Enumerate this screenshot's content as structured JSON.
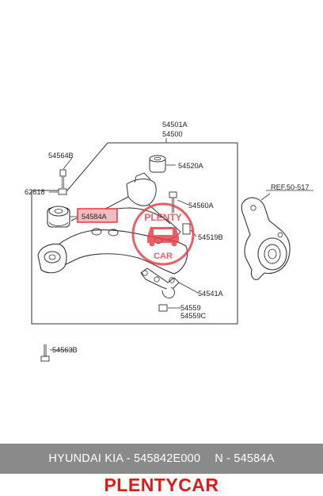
{
  "diagram": {
    "labels": {
      "l54501a": "54501A",
      "l54500": "54500",
      "l54564b": "54564B",
      "l62618": "62618",
      "l54584a": "54584A",
      "l54520a": "54520A",
      "l54560a": "54560A",
      "l54519b": "54519B",
      "l54541a": "54541A",
      "l54559": "54559",
      "l54559c": "54559C",
      "l54563b": "54563B",
      "ref": "REF.50-517"
    },
    "watermark": {
      "top": "PLENTY",
      "bottom": "CAR"
    },
    "highlight_color": "#e8424a"
  },
  "footer": {
    "part_info": "HYUNDAI  KIA - 545842E000",
    "part_number": "N - 54584A",
    "brand": "PLENTYCAR"
  }
}
